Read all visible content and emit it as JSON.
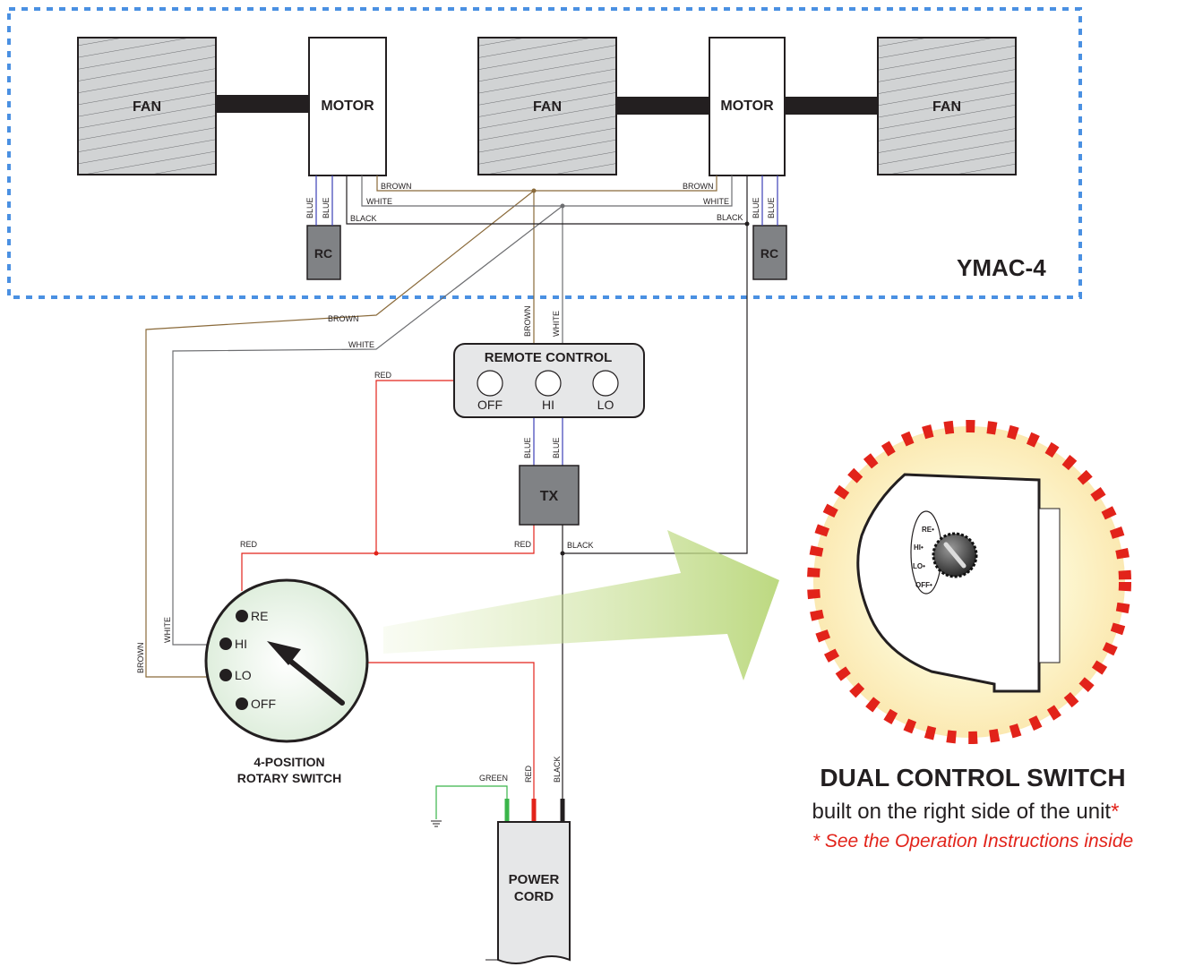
{
  "unit": {
    "model": "YMAC-4"
  },
  "blocks": {
    "fan1": "FAN",
    "fan2": "FAN",
    "fan3": "FAN",
    "motor1": "MOTOR",
    "motor2": "MOTOR",
    "rc1": "RC",
    "rc2": "RC",
    "tx": "TX",
    "remote_title": "REMOTE CONTROL",
    "remote_buttons": [
      "OFF",
      "HI",
      "LO"
    ],
    "power_cord": [
      "POWER",
      "CORD"
    ]
  },
  "switch": {
    "positions": [
      "RE",
      "HI",
      "LO",
      "OFF"
    ],
    "caption": [
      "4-POSITION",
      "ROTARY SWITCH"
    ]
  },
  "wires": {
    "brown": "BROWN",
    "white": "WHITE",
    "black": "BLACK",
    "blue": "BLUE",
    "red": "RED",
    "green": "GREEN"
  },
  "dual": {
    "title": "DUAL CONTROL SWITCH",
    "subtitle": "built on the right side of the unit",
    "asterisk": "*",
    "note": "* See the Operation Instructions inside",
    "knob_labels": [
      "RE•",
      "HI•",
      "LO•",
      "OFF•"
    ]
  },
  "colors": {
    "brown": "#8a6a3a",
    "white": "#6d6e71",
    "black": "#231f20",
    "blue": "#3b3fb6",
    "red": "#e2231a",
    "green": "#3ab54a",
    "dotted_border": "#4a90e2",
    "accent_red": "#e2231a"
  }
}
